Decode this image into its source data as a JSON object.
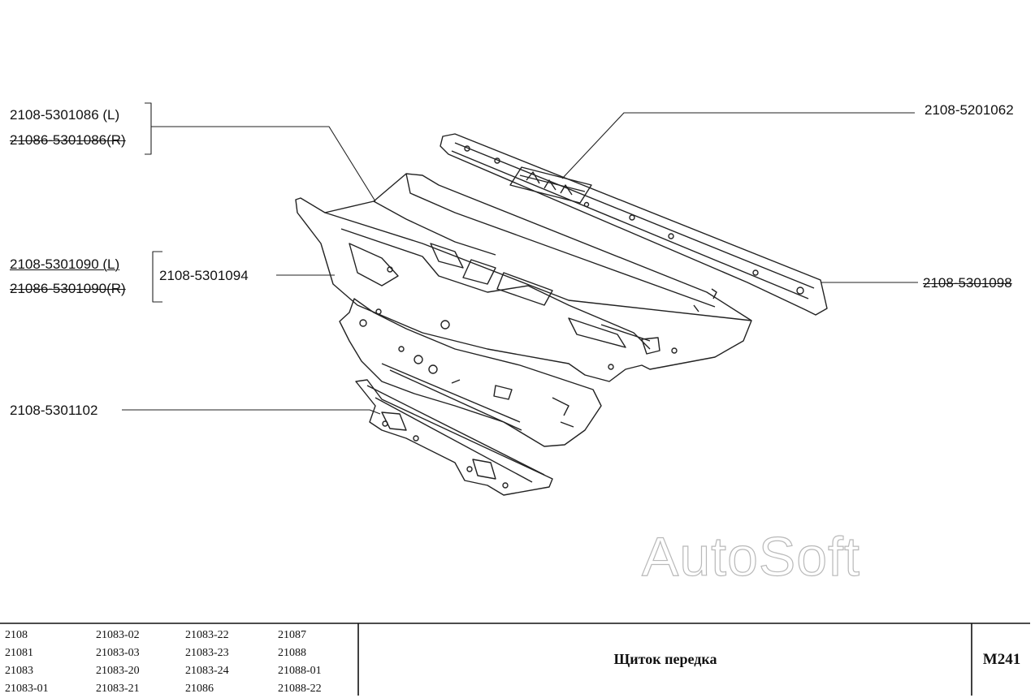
{
  "callouts": {
    "p1_left": "2108-5301086  (L)",
    "p1_right": "21086-5301086(R)",
    "p2_left": "2108-5301090  (L)",
    "p2_right": "21086-5301090(R)",
    "p3": "2108-5301094",
    "p4": "2108-5201062",
    "p5": "2108-5301098",
    "p6": "2108-5301102"
  },
  "watermark": "AutoSoft",
  "footer": {
    "models": [
      [
        "2108",
        "21081",
        "21083",
        "21083-01"
      ],
      [
        "21083-02",
        "21083-03",
        "21083-20",
        "21083-21"
      ],
      [
        "21083-22",
        "21083-23",
        "21083-24",
        "21086"
      ],
      [
        "21087",
        "21088",
        "21088-01",
        "21088-22"
      ]
    ],
    "title": "Щиток передка",
    "code": "M241"
  }
}
